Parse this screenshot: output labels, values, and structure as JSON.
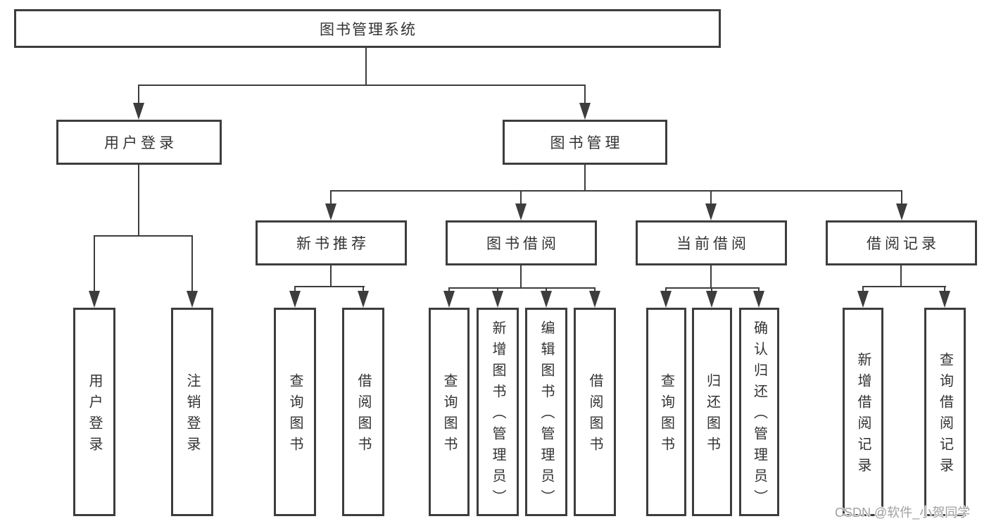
{
  "nodes": {
    "root": "图书管理系统",
    "user_login": "用户登录",
    "book_mgmt": "图书管理",
    "new_book_rec": "新书推荐",
    "book_borrow": "图书借阅",
    "current_borrow": "当前借阅",
    "borrow_records": "借阅记录",
    "user_login_leaf": "用户登录",
    "logout_leaf": "注销登录",
    "query_books_rec": "查询图书",
    "borrow_books_rec": "借阅图书",
    "query_books_borrow": "查询图书",
    "add_books_admin": "新增图书（管理员）",
    "edit_books_admin": "编辑图书（管理员）",
    "borrow_books_borrow": "借阅图书",
    "query_books_current": "查询图书",
    "return_books": "归还图书",
    "confirm_return_admin": "确认归还（管理员）",
    "add_borrow_record": "新增借阅记录",
    "query_borrow_record": "查询借阅记录"
  },
  "watermark": "CSDN @软件_小贺同学",
  "colors": {
    "line": "#3d3d3d",
    "text": "#333333",
    "watermark": "#a0a0a0",
    "background": "#ffffff"
  }
}
